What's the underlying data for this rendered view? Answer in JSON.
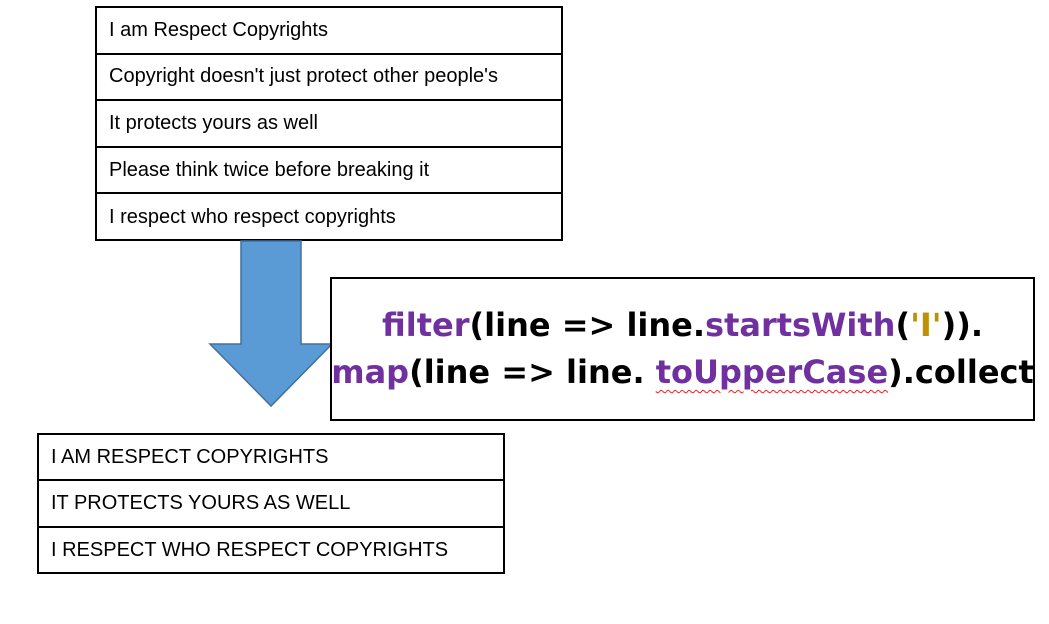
{
  "input_lines": [
    "I am Respect Copyrights",
    "Copyright doesn't just protect other people's",
    "It protects yours as well",
    "Please think twice before breaking it",
    "I respect who respect copyrights"
  ],
  "output_lines": [
    "I AM RESPECT COPYRIGHTS",
    "IT PROTECTS YOURS AS WELL",
    "I RESPECT WHO RESPECT COPYRIGHTS"
  ],
  "code": {
    "line1": {
      "filter": "filter",
      "open1": "(line => line.",
      "startsWith": "startsWith",
      "open2": "(",
      "literal": "'I'",
      "close": "))."
    },
    "line2": {
      "map": "map",
      "open": "(line => line. ",
      "toUpperCase": "toUpperCase",
      "close": ").collect"
    }
  },
  "colors": {
    "arrow_fill": "#5b9bd5",
    "arrow_stroke": "#41719c",
    "keyword": "#7030a0",
    "string_literal": "#bf9000"
  }
}
